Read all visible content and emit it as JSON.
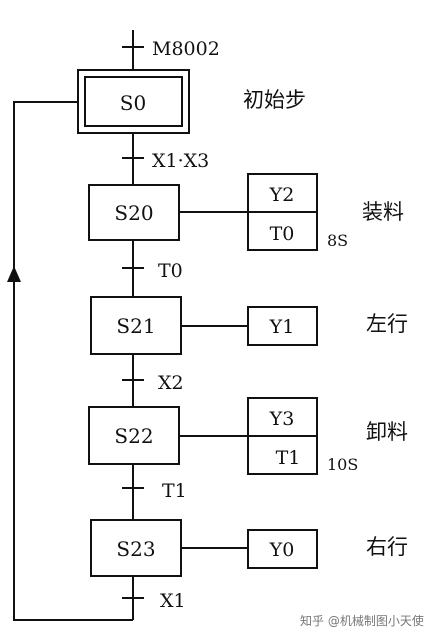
{
  "diagram": {
    "initial_condition": "M8002",
    "steps": {
      "s0": {
        "label": "S0",
        "note": "初始步"
      },
      "s20": {
        "label": "S20",
        "note": "装料",
        "actions": [
          "Y2",
          "T0"
        ],
        "timer": "8S"
      },
      "s21": {
        "label": "S21",
        "note": "左行",
        "actions": [
          "Y1"
        ]
      },
      "s22": {
        "label": "S22",
        "note": "卸料",
        "actions": [
          "Y3",
          "T1"
        ],
        "timer": "10S"
      },
      "s23": {
        "label": "S23",
        "note": "右行",
        "actions": [
          "Y0"
        ]
      }
    },
    "transitions": {
      "t_s0": "X1·X3",
      "t_s20": "T0",
      "t_s21": "X2",
      "t_s22": "T1",
      "t_s23": "X1"
    }
  },
  "watermark": "知乎 @机械制图小天使"
}
